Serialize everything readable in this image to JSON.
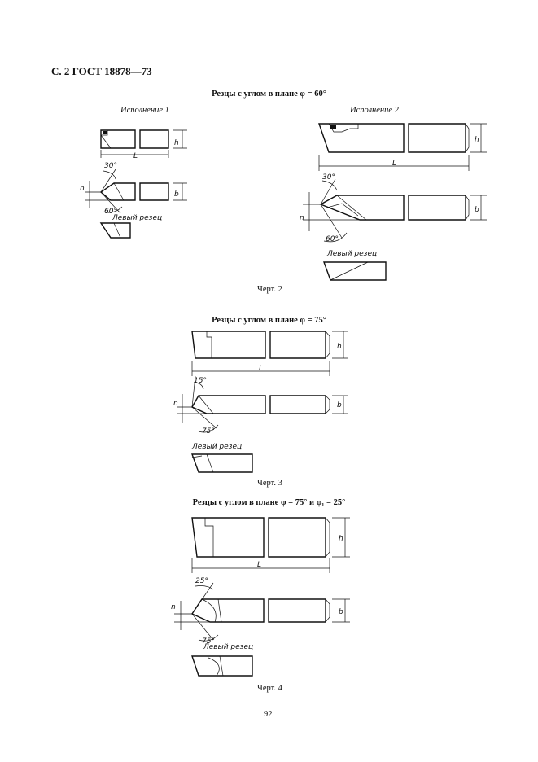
{
  "header": {
    "title": "С. 2 ГОСТ 18878—73"
  },
  "figure2": {
    "title": "Резцы с углом в плане φ = 60°",
    "variant1": "Исполнение 1",
    "variant2": "Исполнение 2",
    "labels": {
      "h": "h",
      "b": "b",
      "L": "L",
      "n": "n",
      "a30": "30°",
      "a60": "60°",
      "left": "Левый резец"
    },
    "caption": "Черт. 2"
  },
  "figure3": {
    "title": "Резцы с углом в плане φ = 75°",
    "labels": {
      "h": "h",
      "b": "b",
      "L": "L",
      "n": "n",
      "a15": "15°",
      "a75": "75°",
      "left": "Левый резец"
    },
    "caption": "Черт. 3"
  },
  "figure4": {
    "title": "Резцы с углом в плане φ = 75° и φ₁ = 25°",
    "labels": {
      "h": "h",
      "b": "b",
      "L": "L",
      "n": "n",
      "a25": "25°",
      "a75": "75°",
      "left": "Левый резец"
    },
    "caption": "Черт. 4"
  },
  "page_number": "92"
}
